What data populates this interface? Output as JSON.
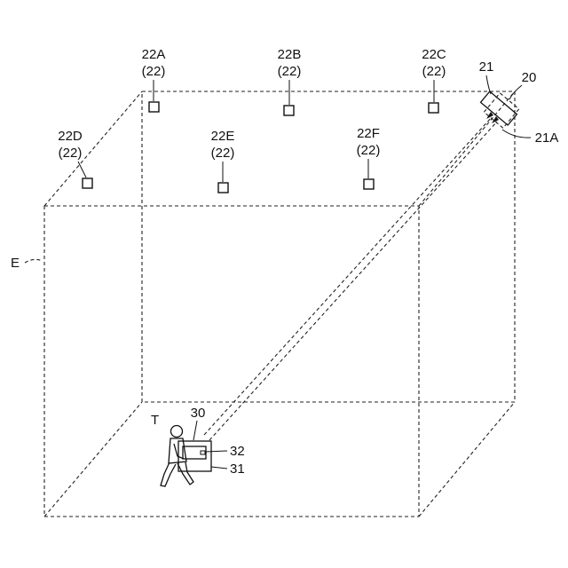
{
  "labels": {
    "room": "E",
    "target": "T",
    "device": "30",
    "device_screen": "32",
    "device_body": "31",
    "emitter_unit": "20",
    "emitter": "21",
    "emitter_window": "21A"
  },
  "markers": [
    {
      "id": "22A",
      "ref": "(22)"
    },
    {
      "id": "22B",
      "ref": "(22)"
    },
    {
      "id": "22C",
      "ref": "(22)"
    },
    {
      "id": "22D",
      "ref": "(22)"
    },
    {
      "id": "22E",
      "ref": "(22)"
    },
    {
      "id": "22F",
      "ref": "(22)"
    }
  ]
}
